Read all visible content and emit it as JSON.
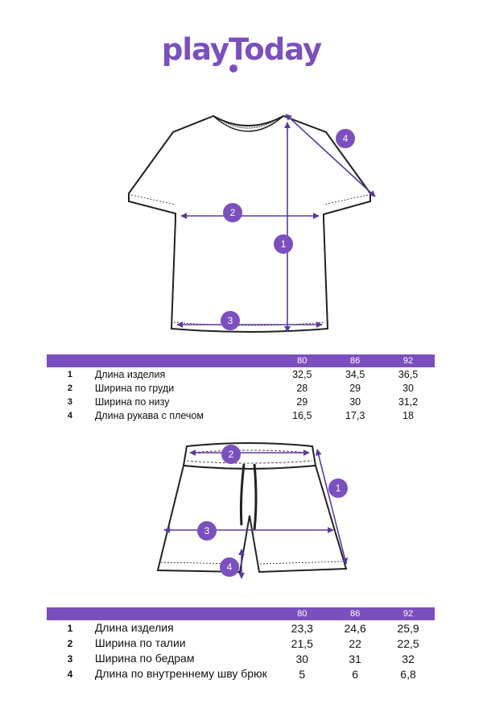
{
  "brand": {
    "logo_text": "playToday",
    "accent": "#7b4fbe"
  },
  "tshirt_markers": [
    "1",
    "2",
    "3",
    "4"
  ],
  "shorts_markers": [
    "1",
    "2",
    "3",
    "4"
  ],
  "tshirt_table": {
    "sizes": [
      "80",
      "86",
      "92"
    ],
    "rows": [
      {
        "num": "1",
        "label": "Длина изделия",
        "values": [
          "32,5",
          "34,5",
          "36,5"
        ]
      },
      {
        "num": "2",
        "label": "Ширина по груди",
        "values": [
          "28",
          "29",
          "30"
        ]
      },
      {
        "num": "3",
        "label": "Ширина по низу",
        "values": [
          "29",
          "30",
          "31,2"
        ]
      },
      {
        "num": "4",
        "label": "Длина рукава с плечом",
        "values": [
          "16,5",
          "17,3",
          "18"
        ]
      }
    ]
  },
  "shorts_table": {
    "sizes": [
      "80",
      "86",
      "92"
    ],
    "rows": [
      {
        "num": "1",
        "label": "Длина изделия",
        "values": [
          "23,3",
          "24,6",
          "25,9"
        ]
      },
      {
        "num": "2",
        "label": "Ширина по талии",
        "values": [
          "21,5",
          "22",
          "22,5"
        ]
      },
      {
        "num": "3",
        "label": "Ширина по бедрам",
        "values": [
          "30",
          "31",
          "32"
        ]
      },
      {
        "num": "4",
        "label": "Длина по внутреннему шву брюк",
        "values": [
          "5",
          "6",
          "6,8"
        ]
      }
    ]
  }
}
